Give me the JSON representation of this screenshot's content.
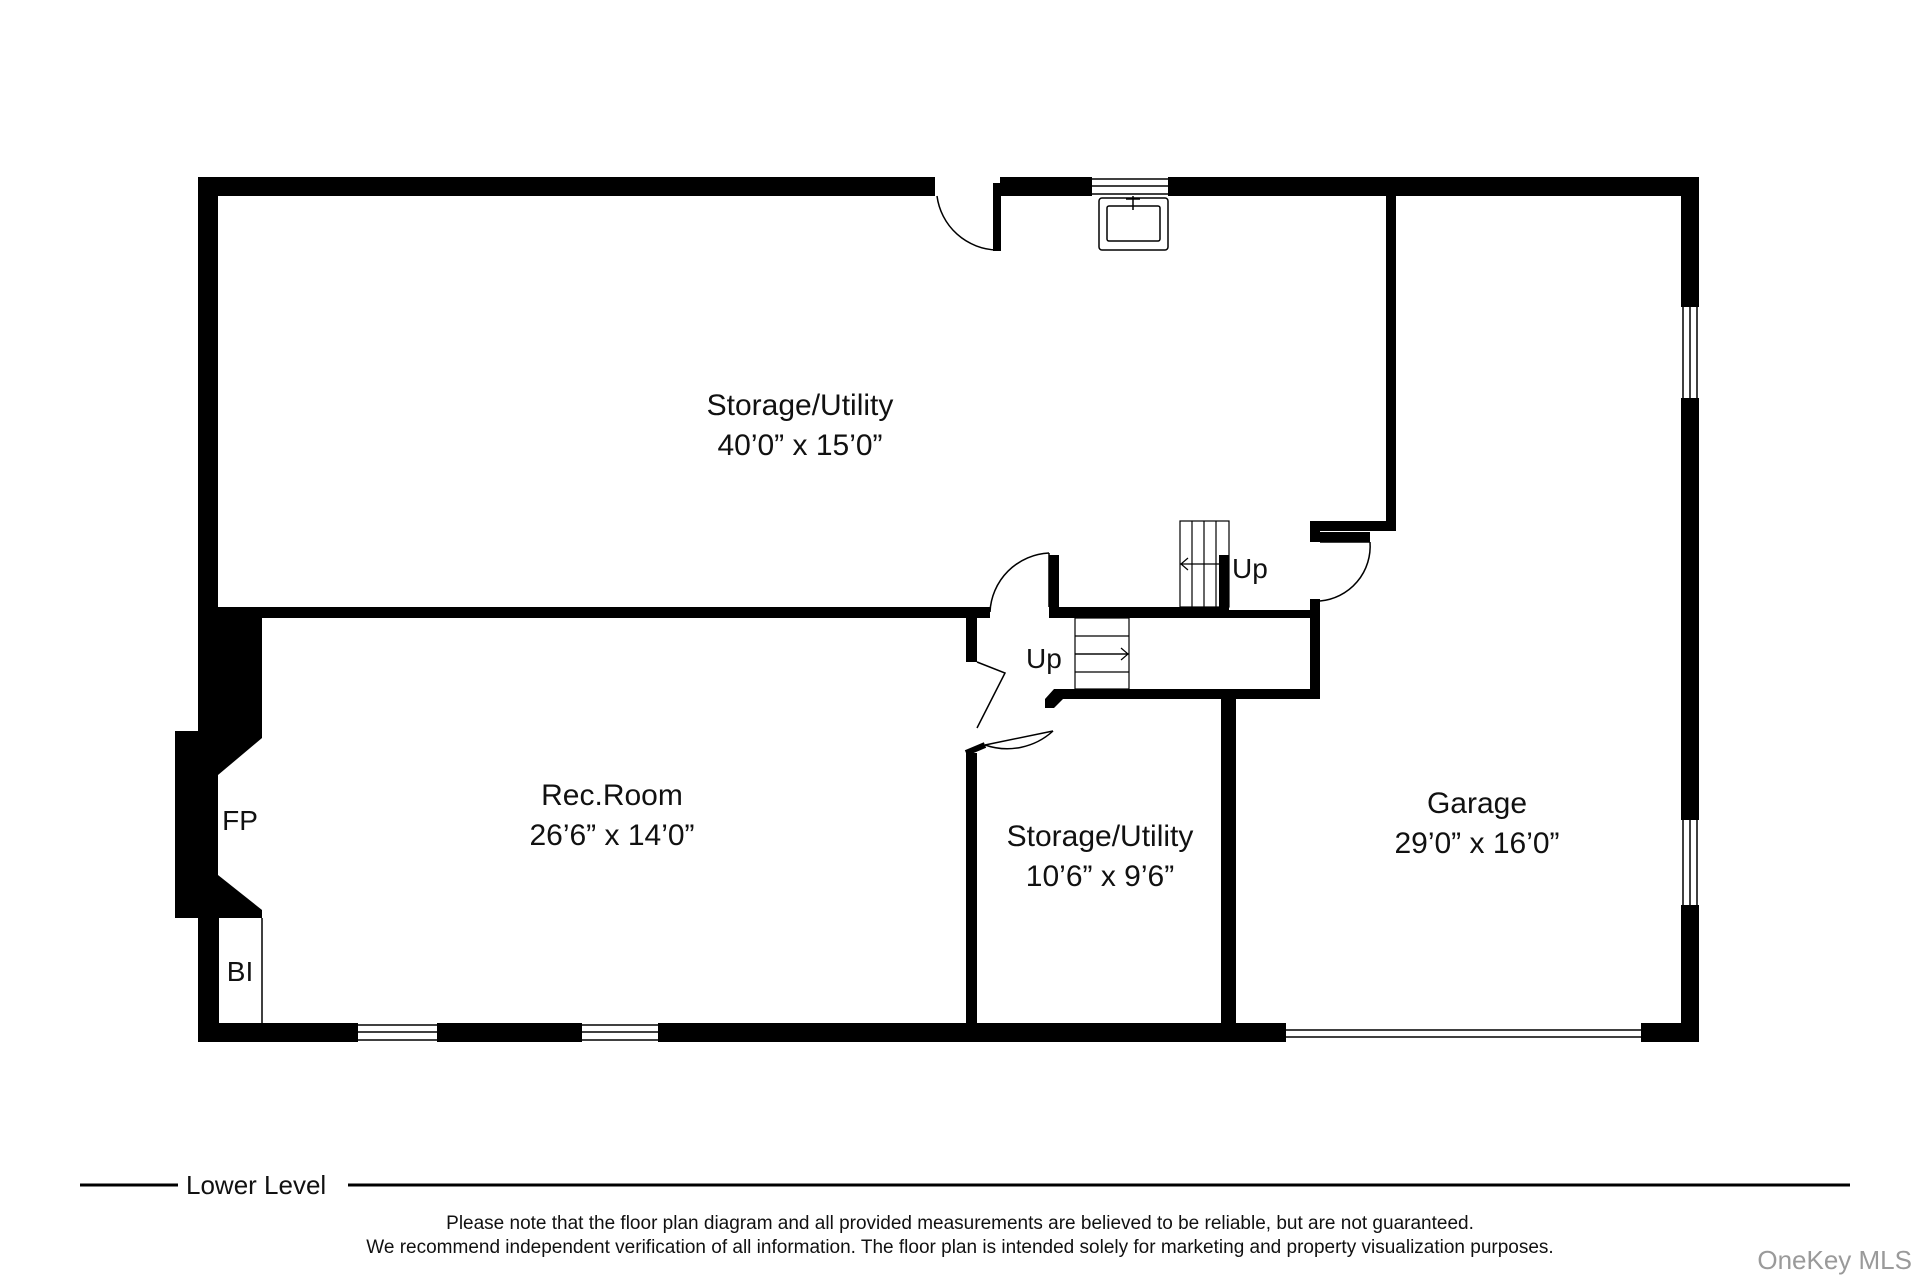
{
  "floor": {
    "level_name": "Lower Level",
    "rooms": {
      "storage_utility_large": {
        "name": "Storage/Utility",
        "dimensions": "40’0” x 15’0”"
      },
      "rec_room": {
        "name": "Rec.Room",
        "dimensions": "26’6” x 14’0”"
      },
      "storage_utility_small": {
        "name": "Storage/Utility",
        "dimensions": "10’6” x 9’6”"
      },
      "garage": {
        "name": "Garage",
        "dimensions": "29’0” x 16’0”"
      }
    },
    "stairs": {
      "upper_label": "Up",
      "lower_label": "Up"
    },
    "fixtures": {
      "fireplace": "FP",
      "built_in": "BI"
    }
  },
  "footer": {
    "disclaimer_line1": "Please note that the floor plan diagram and all provided measurements are believed to be reliable, but are not guaranteed.",
    "disclaimer_line2": "We recommend independent verification of all information. The floor plan is intended solely for marketing and property visualization purposes.",
    "watermark": "OneKey MLS"
  }
}
